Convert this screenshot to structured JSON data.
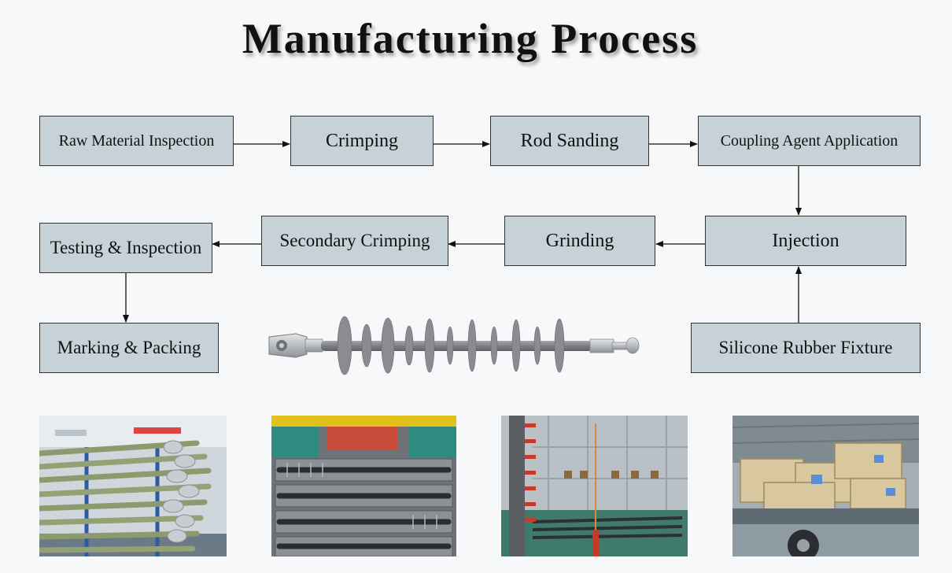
{
  "title": "Manufacturing Process",
  "steps": {
    "raw_material_inspection": "Raw Material Inspection",
    "crimping": "Crimping",
    "rod_sanding": "Rod Sanding",
    "coupling_agent_application": "Coupling Agent Application",
    "injection": "Injection",
    "grinding": "Grinding",
    "secondary_crimping": "Secondary Crimping",
    "testing_inspection": "Testing & Inspection",
    "marking_packing": "Marking & Packing",
    "silicone_rubber_fixture": "Silicone Rubber Fixture"
  },
  "colors": {
    "box_fill": "#c7d2d8",
    "box_border": "#333333",
    "background": "#f7f8fa",
    "insulator_gray": "#8e9096"
  }
}
